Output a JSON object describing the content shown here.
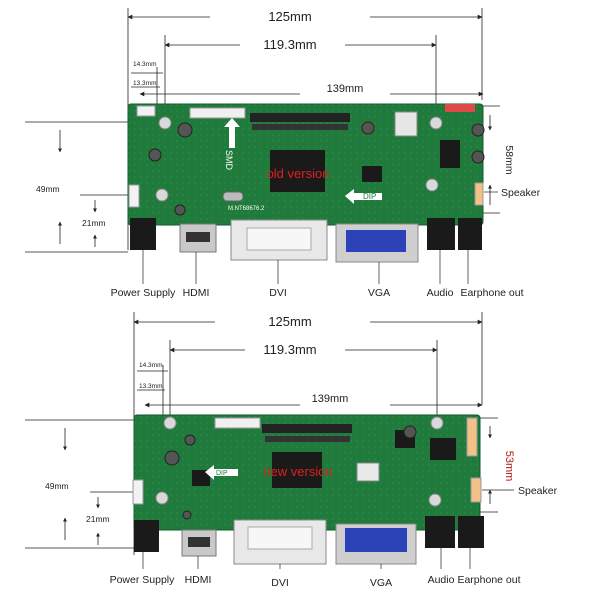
{
  "boards": [
    {
      "id": "top",
      "version_label": "old version",
      "width_top": "125mm",
      "width_mid": "119.3mm",
      "width_board": "139mm",
      "hole_offset_1": "14.3mm",
      "hole_offset_2": "13.3mm",
      "height_left": "49mm",
      "height_small": "21mm",
      "height_right": "58mm",
      "silk_smd": "SMD",
      "silk_dip": "DIP",
      "model": "M.NT68676.2",
      "labels": {
        "power": "Power Supply",
        "hdmi": "HDMI",
        "dvi": "DVI",
        "vga": "VGA",
        "audio": "Audio",
        "earphone": "Earphone out",
        "speaker": "Speaker"
      }
    },
    {
      "id": "bottom",
      "version_label": "new version",
      "width_top": "125mm",
      "width_mid": "119.3mm",
      "width_board": "139mm",
      "hole_offset_1": "14.3mm",
      "hole_offset_2": "13.3mm",
      "height_left": "49mm",
      "height_small": "21mm",
      "height_right": "53mm",
      "silk_dip": "DIP",
      "labels": {
        "power": "Power Supply",
        "hdmi": "HDMI",
        "dvi": "DVI",
        "vga": "VGA",
        "audio": "Audio",
        "earphone": "Earphone out",
        "speaker": "Speaker"
      }
    }
  ],
  "colors": {
    "pcb": "#1f7a3c",
    "pcb_dark": "#145a2b",
    "chip": "#1a1a1a",
    "vga": "#2c43b8",
    "dvi": "#e8e8e8",
    "version_text": "#e02020"
  }
}
